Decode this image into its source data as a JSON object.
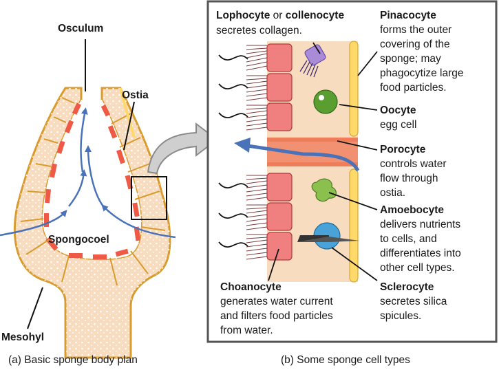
{
  "panel_a": {
    "labels": {
      "osculum": "Osculum",
      "ostia": "Ostia",
      "spongocoel": "Spongocoel",
      "mesohyl": "Mesohyl"
    },
    "caption": "(a) Basic sponge body plan"
  },
  "panel_b": {
    "caption": "(b) Some sponge cell types",
    "lophocyte": {
      "name1": "Lophocyte",
      "joiner": " or ",
      "name2": "collenocyte",
      "desc": [
        "secretes collagen."
      ]
    },
    "pinacocyte": {
      "name": "Pinacocyte",
      "desc": [
        "forms the outer",
        "covering of the",
        "sponge; may",
        "phagocytize large",
        "food particles."
      ]
    },
    "oocyte": {
      "name": "Oocyte",
      "desc": [
        "egg cell"
      ]
    },
    "porocyte": {
      "name": "Porocyte",
      "desc": [
        "controls water",
        "flow through",
        "ostia."
      ]
    },
    "amoebocyte": {
      "name": "Amoebocyte",
      "desc": [
        "delivers nutrients",
        "to cells, and",
        "differentiates into",
        "other cell types."
      ]
    },
    "sclerocyte": {
      "name": "Sclerocyte",
      "desc": [
        "secretes silica",
        "spicules."
      ]
    },
    "choanocyte": {
      "name": "Choanocyte",
      "desc": [
        "generates water current",
        "and filters food particles",
        "from water."
      ]
    }
  },
  "colors": {
    "outline": "#d99b2b",
    "body_fill": "#f7dcc0",
    "choanocyte_red": "#ee5a45",
    "pink_cell": "#f08080",
    "arrow_blue": "#4a72b8",
    "oocyte_green": "#5a9e32",
    "amoebocyte_green": "#8bbf4e",
    "sclerocyte_blue": "#4aa3d8",
    "lophocyte_purple": "#a98bd8",
    "pinacocyte_yellow": "#ffd96a",
    "panel_border": "#555555"
  }
}
